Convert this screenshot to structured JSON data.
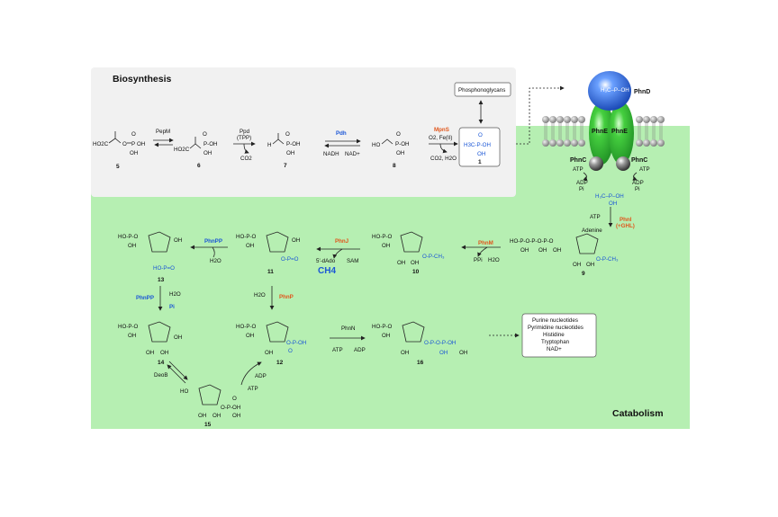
{
  "headings": {
    "biosynthesis": "Biosynthesis",
    "catabolism": "Catabolism"
  },
  "compounds": {
    "c5": {
      "num": "5",
      "formula": "HO2C",
      "chain": "O-P-OH",
      "sub": "OH",
      "top": "O"
    },
    "c6": {
      "num": "6",
      "formula": "HO2C",
      "sub": "OH",
      "tail": "P-OH",
      "top": "O"
    },
    "c7": {
      "num": "7",
      "formula": "H",
      "sub": "OH",
      "tail": "P-OH",
      "top": "O"
    },
    "c8": {
      "num": "8",
      "formula": "HO",
      "sub": "OH",
      "tail": "P-OH",
      "top": "O"
    },
    "c1": {
      "num": "1",
      "formula": "H3C-P-OH",
      "sub": "OH",
      "top": "O"
    },
    "c9": {
      "num": "9"
    },
    "c10": {
      "num": "10"
    },
    "c11": {
      "num": "11"
    },
    "c12": {
      "num": "12"
    },
    "c13": {
      "num": "13"
    },
    "c14": {
      "num": "14"
    },
    "c15": {
      "num": "15"
    },
    "c16": {
      "num": "16"
    }
  },
  "enzymes": {
    "pepM": "PepM",
    "ppd": "Ppd",
    "ppd_cofactor": "(TPP)",
    "pdh": "Pdh",
    "mpnS": "MpnS",
    "phnD": "PhnD",
    "phnE": "PhnE",
    "phnC": "PhnC",
    "phnI": "PhnI",
    "phnI_note": "(+GHL)",
    "phnM": "PhnM",
    "phnJ": "PhnJ",
    "phnPP": "PhnPP",
    "phnP": "PhnP",
    "phnN": "PhnN",
    "deoB": "DeoB"
  },
  "cofactors": {
    "co2": "CO2",
    "nadh": "NADH",
    "nad": "NAD+",
    "o2fe": "O2, Fe(II)",
    "co2h2o": "CO2, H2O",
    "atp": "ATP",
    "adp": "ADP",
    "pi": "Pi",
    "adenine": "Adenine",
    "ppi": "PPi",
    "h2o": "H2O",
    "dado": "5'-dAdo",
    "sam": "SAM",
    "ch4": "CH4"
  },
  "labels": {
    "phosphonoglycans": "Phosphonoglycans",
    "outcomes": [
      "Purine nucleotides",
      "Pyrimidine nucleotides",
      "Histidine",
      "Tryptophan",
      "NAD+"
    ]
  },
  "colors": {
    "bio_bg": "#f1f1f1",
    "cat_bg": "#b6efb2",
    "phnE": "#39c23a",
    "phnD": "#1b5ce0",
    "orange": "#e0561c",
    "blue": "#1a56d6"
  }
}
